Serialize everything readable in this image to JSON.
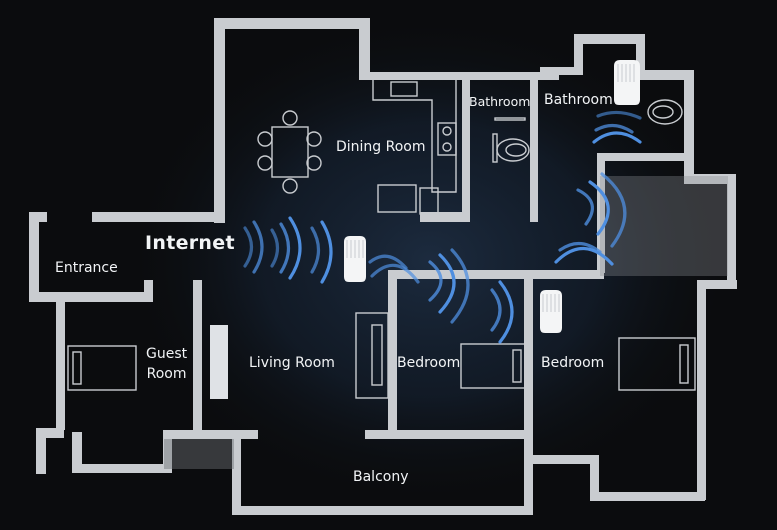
{
  "diagram": {
    "colors": {
      "background": "#0b0c0e",
      "wall": "#c9ccd0",
      "wifi_signal": "#4f8fe0",
      "coverage_glow": "#2a4466",
      "router": "#f4f5f6"
    },
    "labels": {
      "internet": "Internet",
      "entrance": "Entrance",
      "guest_room_line1": "Guest",
      "guest_room_line2": "Room",
      "living_room": "Living Room",
      "dining_room": "Dining Room",
      "bathroom_1": "Bathroom",
      "bathroom_2": "Bathroom",
      "bedroom_1": "Bedroom",
      "bedroom_2": "Bedroom",
      "balcony": "Balcony"
    },
    "icons": [
      "wifi-router-icon",
      "wifi-signal-icon",
      "bed-icon",
      "dining-table-icon",
      "toilet-icon",
      "sofa-icon",
      "kitchen-counter-icon",
      "stove-icon"
    ]
  }
}
